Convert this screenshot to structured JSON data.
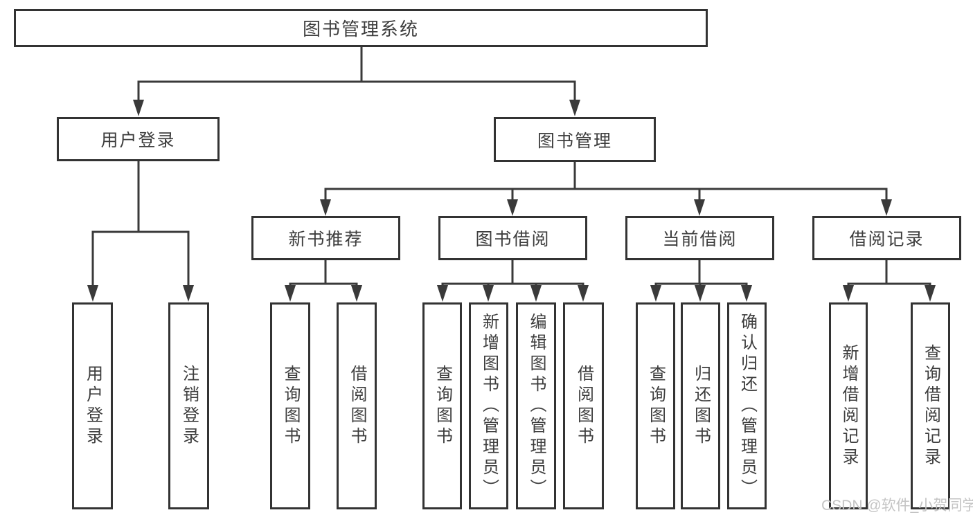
{
  "title": "图书管理系统",
  "level2": {
    "user_login": "用户登录",
    "book_mgmt": "图书管理"
  },
  "level3": {
    "new_books": "新书推荐",
    "borrow": "图书借阅",
    "current": "当前借阅",
    "records": "借阅记录"
  },
  "leaves": {
    "login": "用户登录",
    "logout": "注销登录",
    "nb_query": "查询图书",
    "nb_borrow": "借阅图书",
    "bw_query": "查询图书",
    "bw_add": "新增图书（管理员）",
    "bw_edit": "编辑图书（管理员）",
    "bw_borrow": "借阅图书",
    "cur_query": "查询图书",
    "cur_return": "归还图书",
    "cur_confirm": "确认归还（管理员）",
    "rec_add": "新增借阅记录",
    "rec_query": "查询借阅记录"
  },
  "watermark": "CSDN @软件_小贺同学",
  "colors": {
    "line": "#3a3a3a",
    "border": "#333333",
    "text": "#3d3d3d",
    "watermark": "#c4c4c4",
    "background": "#ffffff"
  }
}
